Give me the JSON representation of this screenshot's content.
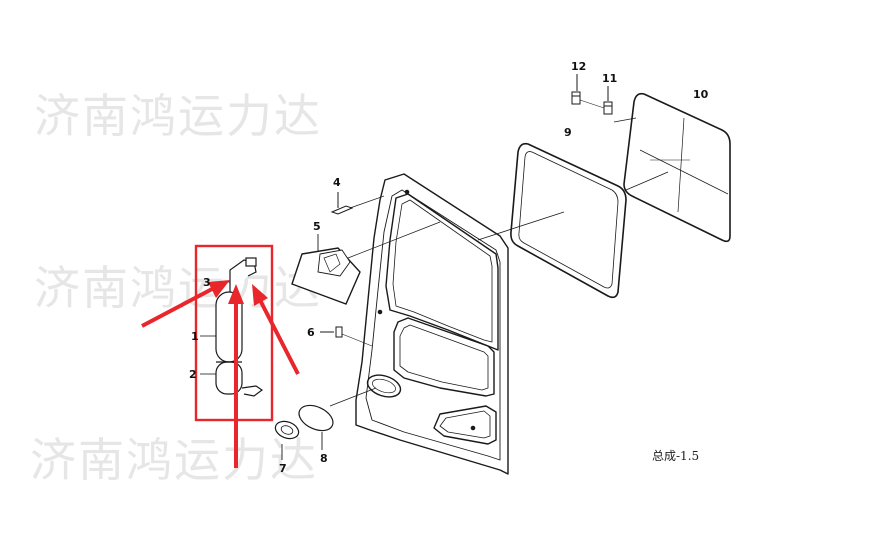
{
  "watermarks": [
    "济南鸿运力达",
    "济南鸿运力达",
    "济南鸿运力达"
  ],
  "callouts": {
    "c1": "1",
    "c2": "2",
    "c3": "3",
    "c4": "4",
    "c5": "5",
    "c6": "6",
    "c7": "7",
    "c8": "8",
    "c9": "9",
    "c10": "10",
    "c11": "11",
    "c12": "12"
  },
  "assembly_label": "总成-1.5",
  "colors": {
    "highlight": "#e8262b",
    "line": "#1a1a1a",
    "watermark": "#e6e6e6"
  }
}
